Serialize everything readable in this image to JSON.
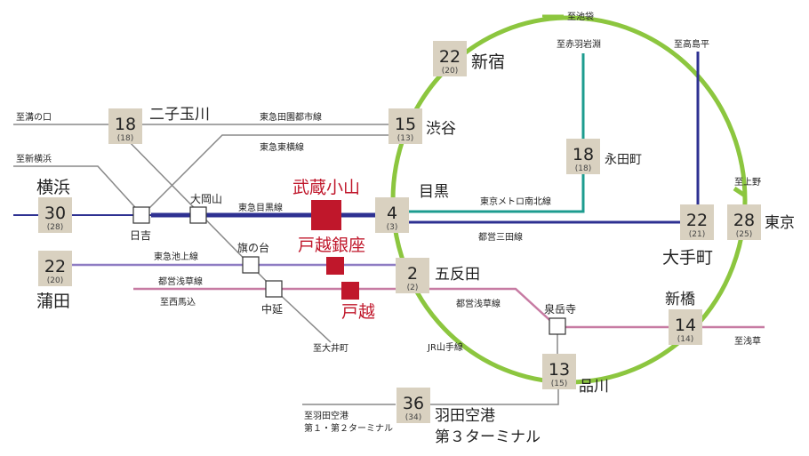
{
  "highlight_stations": {
    "musashi_koyama": "武蔵小山",
    "togoshi_ginza": "戸越銀座",
    "togoshi": "戸越"
  },
  "stations": {
    "futako_tamagawa": {
      "name": "二子玉川",
      "min": "18",
      "sub": "(18)"
    },
    "shibuya": {
      "name": "渋谷",
      "min": "15",
      "sub": "(13)"
    },
    "shinjuku": {
      "name": "新宿",
      "min": "22",
      "sub": "(20)"
    },
    "yokohama": {
      "name": "横浜",
      "min": "30",
      "sub": "(28)"
    },
    "meguro": {
      "name": "目黒",
      "min": "4",
      "sub": "(3)"
    },
    "nagatacho": {
      "name": "永田町",
      "min": "18",
      "sub": "(18)"
    },
    "otemachi": {
      "name": "大手町",
      "min": "22",
      "sub": "(21)"
    },
    "tokyo": {
      "name": "東京",
      "min": "28",
      "sub": "(25)"
    },
    "kamata": {
      "name": "蒲田",
      "min": "22",
      "sub": "(20)"
    },
    "gotanda": {
      "name": "五反田",
      "min": "2",
      "sub": "(2)"
    },
    "shimbashi": {
      "name": "新橋",
      "min": "14",
      "sub": "(14)"
    },
    "shinagawa": {
      "name": "品川",
      "min": "13",
      "sub": "(15)"
    },
    "haneda": {
      "name1": "羽田空港",
      "name2": "第３ターミナル",
      "min": "36",
      "sub": "(34)"
    }
  },
  "small_stations": {
    "hiyoshi": "日吉",
    "ookayama": "大岡山",
    "hatanodai": "旗の台",
    "nakanobu": "中延",
    "sengakuji": "泉岳寺"
  },
  "line_labels": {
    "denentoshi": "東急田園都市線",
    "toyoko": "東急東横線",
    "meguro_line": "東急目黒線",
    "namboku": "東京メトロ南北線",
    "mita": "都営三田線",
    "ikegami": "東急池上線",
    "asakusa_w": "都営浅草線",
    "asakusa_e": "都営浅草線",
    "yamanote": "JR山手線"
  },
  "directions": {
    "ikebukuro": "至池袋",
    "akabane": "至赤羽岩淵",
    "takashimadaira": "至高島平",
    "ueno": "至上野",
    "mizonokuchi": "至溝の口",
    "shinyokohama": "至新横浜",
    "nishimagome": "至西馬込",
    "oimachi": "至大井町",
    "asakusa": "至浅草",
    "haneda_t1": "至羽田空港",
    "haneda_t2": "第１・第２ターミナル"
  },
  "colors": {
    "yamanote": "#8cc63f",
    "meguro_mita": "#2e3192",
    "namboku": "#1d9c8f",
    "ikegami": "#8e7cc3",
    "asakusa": "#c77ba3",
    "gray": "#888888",
    "box": "#d9d1c0",
    "highlight": "#c0172b"
  }
}
